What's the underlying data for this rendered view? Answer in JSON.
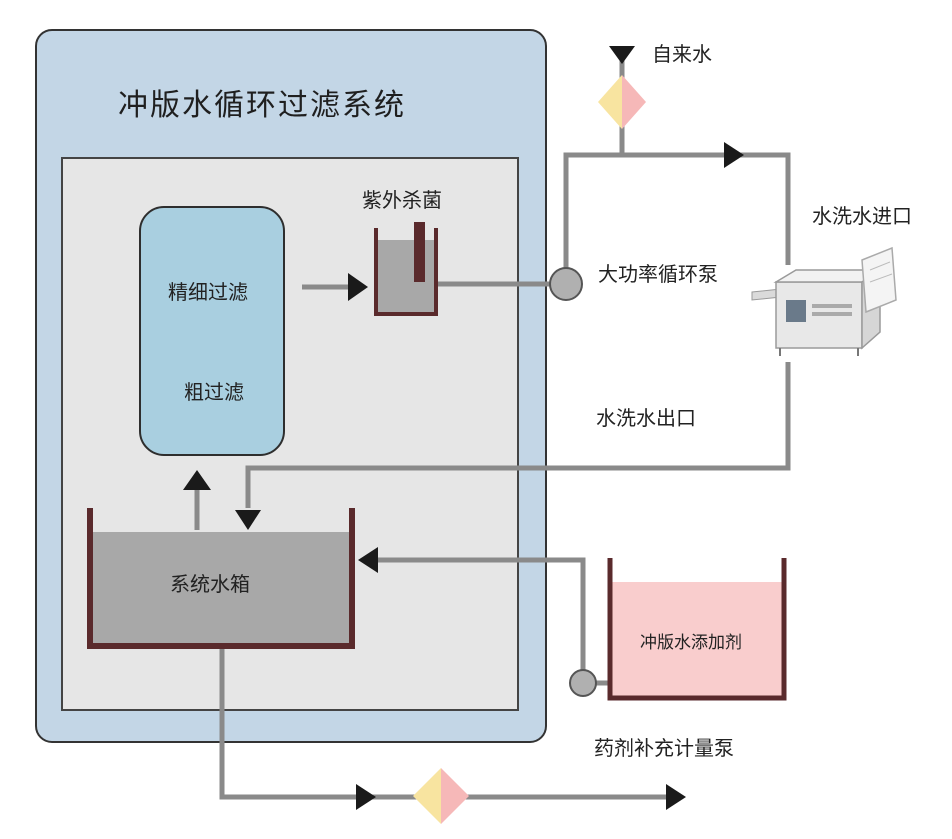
{
  "title": "冲版水循环过滤系统",
  "labels": {
    "fine_filter": "精细过滤",
    "coarse_filter": "粗过滤",
    "uv_sterilize": "紫外杀菌",
    "tank": "系统水箱",
    "tap_water": "自来水",
    "pump": "大功率循环泵",
    "wash_inlet": "水洗水进口",
    "wash_outlet": "水洗水出口",
    "additive": "冲版水添加剂",
    "dosing_pump": "药剂补充计量泵"
  },
  "colors": {
    "outer_panel": "#c3d6e6",
    "inner_panel": "#e6e6e6",
    "filter_box": "#a9cfe0",
    "tank_water": "#a8a8a8",
    "tank_wall": "#5a2a2c",
    "additive_fill": "#f9cdcd",
    "pipe": "#8a8a8a",
    "arrow": "#1a1a1a",
    "valve_left": "#f8e4a0",
    "valve_right": "#f6b8b8"
  }
}
